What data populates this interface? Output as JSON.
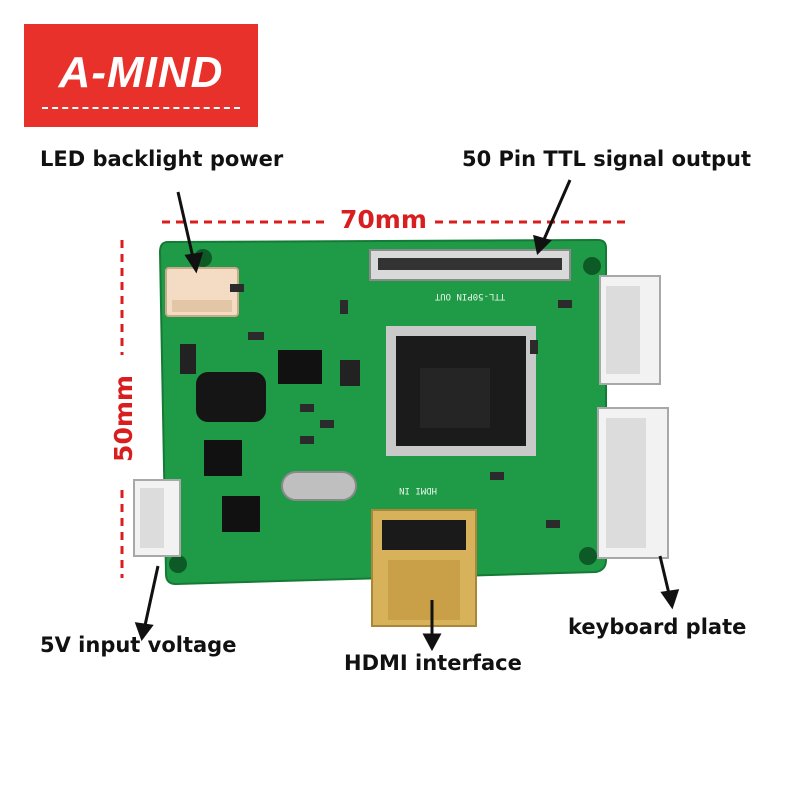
{
  "brand": {
    "logo_text": "A-MIND",
    "color": "#e8312a"
  },
  "dimensions": {
    "width_label": "70mm",
    "height_label": "50mm",
    "color": "#d81e1e"
  },
  "callouts": {
    "led_backlight_power": "LED backlight power",
    "ttl_signal_output": "50 Pin TTL signal output",
    "input_voltage": "5V input voltage",
    "hdmi_interface": "HDMI interface",
    "keyboard_plate": "keyboard plate"
  },
  "board": {
    "pcb_color": "#1f9a47",
    "silkscreen_ttl": "TTL-50PIN OUT",
    "silkscreen_hdmi": "HDMI IN"
  }
}
